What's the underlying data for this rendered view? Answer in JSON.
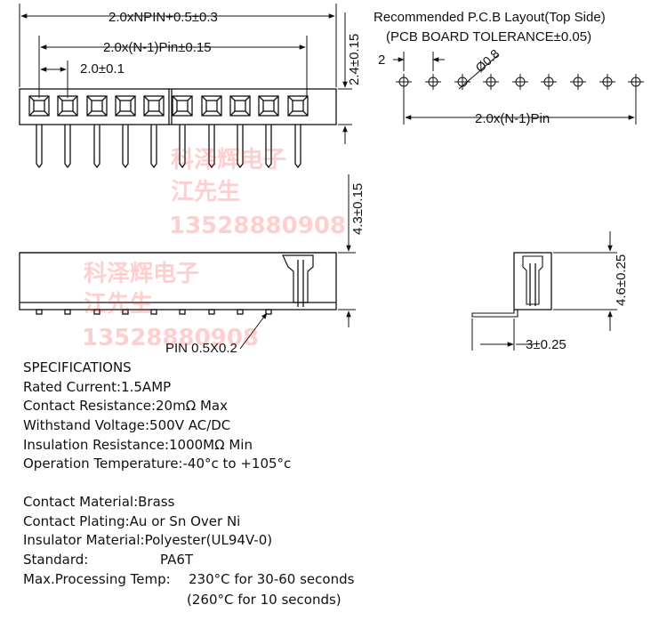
{
  "dimensions": {
    "overall_length": "2.0xNPIN+0.5±0.3",
    "pin_span": "2.0x(N-1)Pin±0.15",
    "pitch": "2.0±0.1",
    "top_height": "2.4±0.15",
    "side_height": "4.3±0.15",
    "pin_size": "PIN 0.5X0.2",
    "end_height": "4.6±0.25",
    "end_offset": "3±0.25"
  },
  "pcb_layout": {
    "title": "Recommended P.C.B Layout(Top Side)",
    "tolerance": "(PCB BOARD TOLERANCE±0.05)",
    "pitch": "2",
    "hole": "Ø0.8",
    "span": "2.0x(N-1)Pin"
  },
  "watermark": {
    "company": "科泽辉电子",
    "contact": "江先生",
    "phone": "13528880908"
  },
  "specifications": {
    "heading": "SPECIFICATIONS",
    "lines": [
      "Rated Current:1.5AMP",
      "Contact Resistance:20mΩ Max",
      "Withstand Voltage:500V AC/DC",
      "Insulation Resistance:1000MΩ Min",
      "Operation Temperature:-40°c to +105°c"
    ],
    "material_lines": [
      "Contact Material:Brass",
      "Contact Plating:Au or Sn Over Ni",
      "Insulator Material:Polyester(UL94V-0)"
    ],
    "standard_label": "Standard:",
    "standard_value": "PA6T",
    "processing_label": "Max.Processing Temp:",
    "processing_value": "230°C for 30-60 seconds",
    "processing_note": "(260°C for 10 seconds)"
  }
}
